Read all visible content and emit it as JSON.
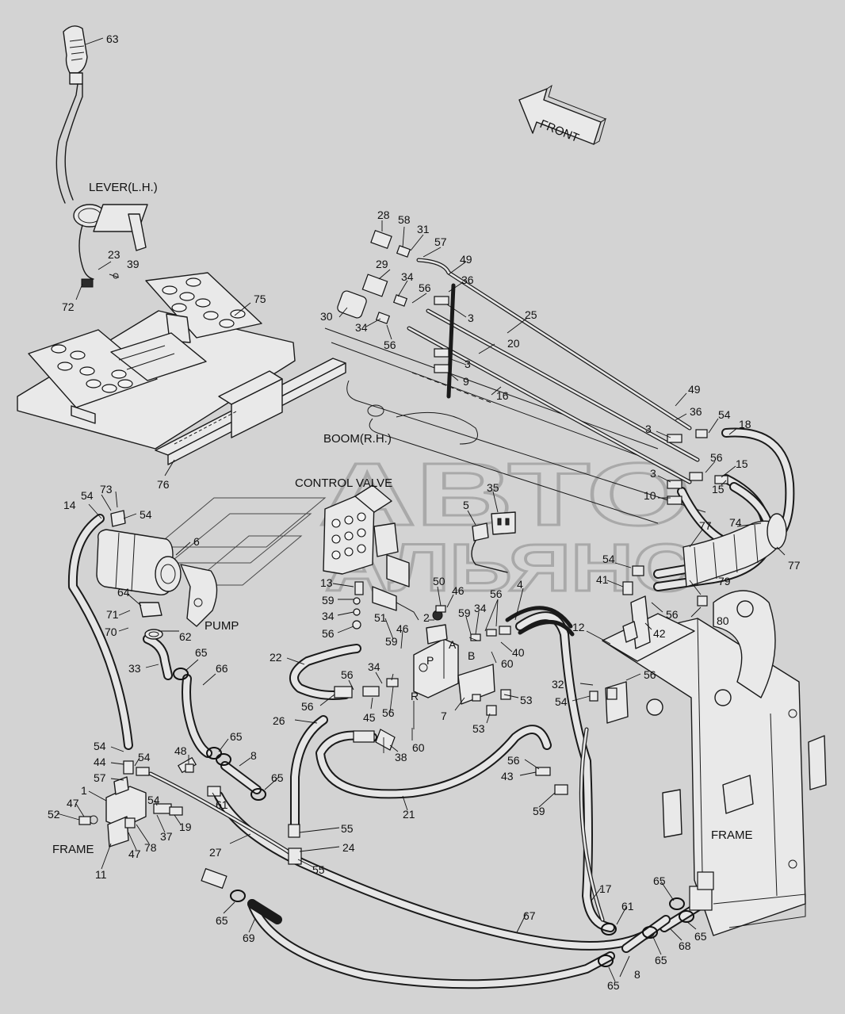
{
  "watermark": {
    "line1": "АВТО",
    "line2": "АЛЬЯНС"
  },
  "direction_arrow": {
    "text": "FRONT"
  },
  "component_labels": {
    "lever": "LEVER(L.H.)",
    "boom": "BOOM(R.H.)",
    "control_valve": "CONTROL VALVE",
    "pump": "PUMP",
    "frame_left": "FRAME",
    "frame_right": "FRAME"
  },
  "port_labels": {
    "a": "A",
    "b": "B",
    "p": "P",
    "r": "R"
  },
  "part_numbers": {
    "p63": "63",
    "p23": "23",
    "p39": "39",
    "p72": "72",
    "p75": "75",
    "p76": "76",
    "p28": "28",
    "p58": "58",
    "p31": "31",
    "p57a": "57",
    "p49a": "49",
    "p36a": "36",
    "p29": "29",
    "p34a": "34",
    "p56a": "56",
    "p3a": "3",
    "p30": "30",
    "p34b": "34",
    "p56b": "56",
    "p25": "25",
    "p20": "20",
    "p3b": "3",
    "p9": "9",
    "p16": "16",
    "p49b": "49",
    "p36b": "36",
    "p54a": "54",
    "p18": "18",
    "p3c": "3",
    "p56c": "56",
    "p15a": "15",
    "p3d": "3",
    "p15b": "15",
    "p10": "10",
    "p77a": "77",
    "p74": "74",
    "p77b": "77",
    "p14": "14",
    "p54b": "54",
    "p73": "73",
    "p54c": "54",
    "p6": "6",
    "p35": "35",
    "p5": "5",
    "p54d": "54",
    "p41": "41",
    "p79": "79",
    "p56d": "56",
    "p80": "80",
    "p42": "42",
    "p12": "12",
    "p64": "64",
    "p71": "71",
    "p70": "70",
    "p62": "62",
    "p13": "13",
    "p59a": "59",
    "p34c": "34",
    "p56e": "56",
    "p50": "50",
    "p46a": "46",
    "p4": "4",
    "p56f": "56",
    "p34d": "34",
    "p59b": "59",
    "p51": "51",
    "p2": "2",
    "p46b": "46",
    "p59c": "59",
    "p40": "40",
    "p60a": "60",
    "p33": "33",
    "p65a": "65",
    "p66": "66",
    "p22": "22",
    "p56g": "56",
    "p34e": "34",
    "p56h": "56",
    "p32": "32",
    "p54e": "54",
    "p53a": "53",
    "p56i": "56",
    "p45": "45",
    "p56j": "56",
    "p7": "7",
    "p53b": "53",
    "p26": "26",
    "p60b": "60",
    "p54f": "54",
    "p44": "44",
    "p54g": "54",
    "p48": "48",
    "p65b": "65",
    "p8a": "8",
    "p56k": "56",
    "p38": "38",
    "p57b": "57",
    "p43": "43",
    "p65c": "65",
    "p1": "1",
    "p54h": "54",
    "p61a": "61",
    "p59d": "59",
    "p21": "21",
    "p47a": "47",
    "p52": "52",
    "p19": "19",
    "p37": "37",
    "p55a": "55",
    "p24": "24",
    "p78": "78",
    "p47b": "47",
    "p27": "27",
    "p11": "11",
    "p55b": "55",
    "p65d": "65",
    "p69": "69",
    "p17": "17",
    "p65e": "65",
    "p61b": "61",
    "p65f": "65",
    "p67": "67",
    "p68": "68",
    "p65g": "65",
    "p8b": "8",
    "p65h": "65"
  }
}
